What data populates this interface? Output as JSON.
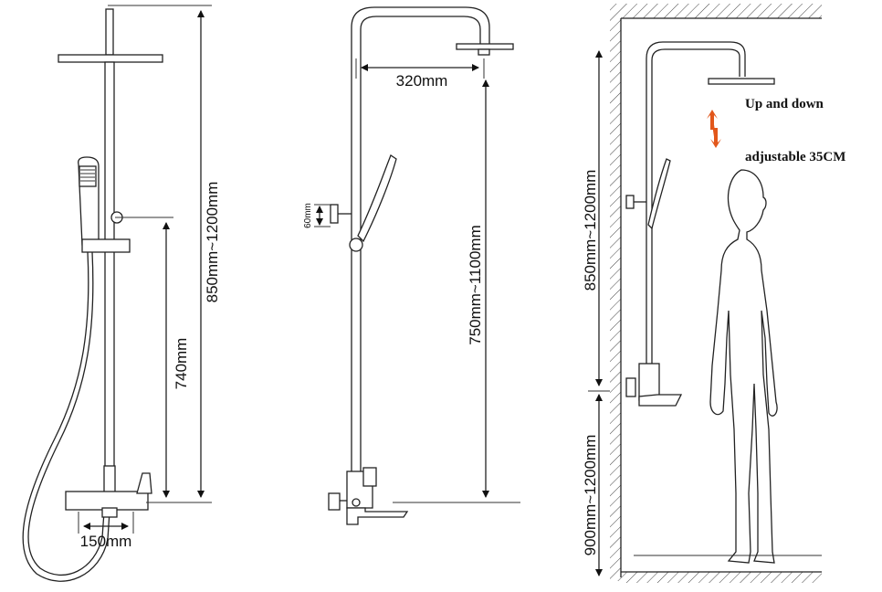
{
  "labels": {
    "left_total_height": "850mm~1200mm",
    "left_slide_height": "740mm",
    "left_valve_width": "150mm",
    "middle_arm_reach": "320mm",
    "middle_total_height": "750mm~1100mm",
    "middle_holder_size": "60mm",
    "right_head_height": "850mm~1200mm",
    "right_valve_height": "900mm~1200mm",
    "adjust_line1": "Up and down",
    "adjust_line2": "adjustable 35CM"
  },
  "colors": {
    "line": "#222222",
    "arrow_accent": "#e2571b",
    "background": "#ffffff"
  }
}
